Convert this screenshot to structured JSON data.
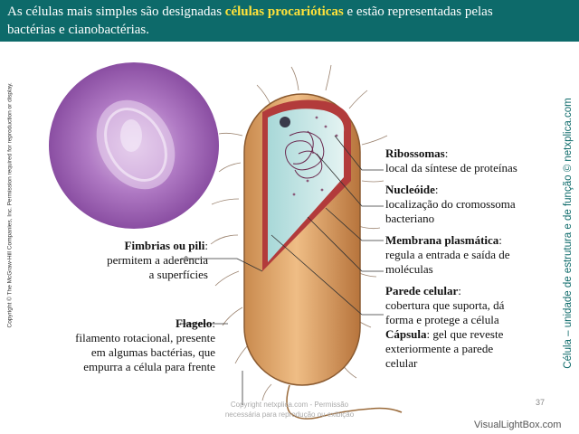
{
  "header": {
    "line1_a": "As células mais simples são designadas ",
    "line1_hl": "células procarióticas",
    "line1_b": " e estão representadas pelas",
    "line2": "bactérias e cianobactérias."
  },
  "labels": {
    "ribossomas": {
      "title": "Ribossomas",
      "l1": "local da síntese de proteínas"
    },
    "nucleoide": {
      "title": "Nucleóide",
      "l1": "localização do cromossoma",
      "l2": "bacteriano"
    },
    "membrana": {
      "title": "Membrana plasmática",
      "l1": "regula a entrada e saída de",
      "l2": "moléculas"
    },
    "parede": {
      "title": "Parede celular",
      "l1": "cobertura que suporta, dá",
      "l2": "forma e protege a célula"
    },
    "capsula": {
      "title": "Cápsula",
      "l1": ": gel que reveste",
      "l2": "exteriormente a parede",
      "l3": "celular"
    },
    "fimbrias": {
      "title": "Fimbrias ou pili",
      "l1": "permitem a aderência",
      "l2": "a superfícies"
    },
    "flagelo": {
      "title": "Flagelo",
      "l1": "filamento rotacional, presente",
      "l2": "em algumas bactérias, que",
      "l3": "empurra a célula para frente"
    }
  },
  "copyright_left": "Copyright © The McGraw-Hill Companies, Inc. Permission required for reproduction or display.",
  "side_right": "Célula – unidade de estrutura e de função © netxplica.com",
  "watermark": {
    "l1": "Copyright netxplica.com - Permissão",
    "l2": "necessária para reprodução ou exibição"
  },
  "page_number": "37",
  "visuallightbox": "VisualLightBox.com",
  "colors": {
    "header_bg": "#0d6a6a",
    "highlight": "#ffe23a",
    "side_text": "#0d6a6a"
  }
}
